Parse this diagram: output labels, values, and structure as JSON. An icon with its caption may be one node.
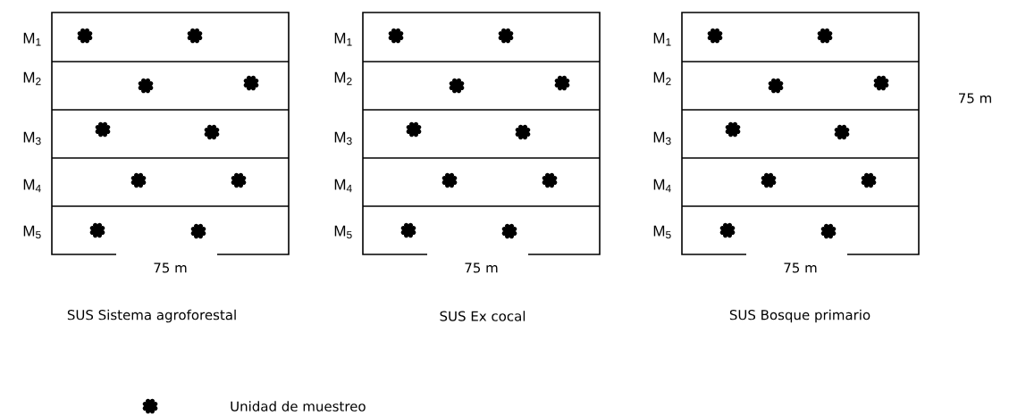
{
  "diagram": {
    "nodes": [
      {
        "text": [
          "SUS Sistema agroforestal"
        ]
      },
      {
        "text": [
          "M$_{1}$"
        ]
      },
      {
        "text": [
          "M$_{2}$"
        ]
      },
      {
        "text": [
          "M$_{3}$"
        ]
      },
      {
        "text": [
          "M$_{4}$"
        ]
      },
      {
        "text": [
          "M$_{5}$"
        ]
      },
      {
        "text": [
          "SUS Ex cocal"
        ]
      },
      {
        "text": [
          "M$_{1}$"
        ]
      },
      {
        "text": [
          "M$_{2}$"
        ]
      },
      {
        "text": [
          "M$_{3}$"
        ]
      },
      {
        "text": [
          "M$_{4}$"
        ]
      },
      {
        "text": [
          "M$_{5}$"
        ]
      },
      {
        "text": [
          "SUS Bosque primario"
        ]
      },
      {
        "text": [
          "M$_{1}$"
        ]
      },
      {
        "text": [
          "M$_{2}$"
        ]
      },
      {
        "text": [
          "M$_{3}$"
        ]
      },
      {
        "text": [
          "M$_{4}$"
        ]
      },
      {
        "text": [
          "M$_{5}$"
        ]
      }
    ],
    "labels": [
      "75 m",
      "75 m",
      "75 m",
      "75 m"
    ],
    "legend": [
      {
        "text": "Unidad de muestreo"
      }
    ]
  }
}
